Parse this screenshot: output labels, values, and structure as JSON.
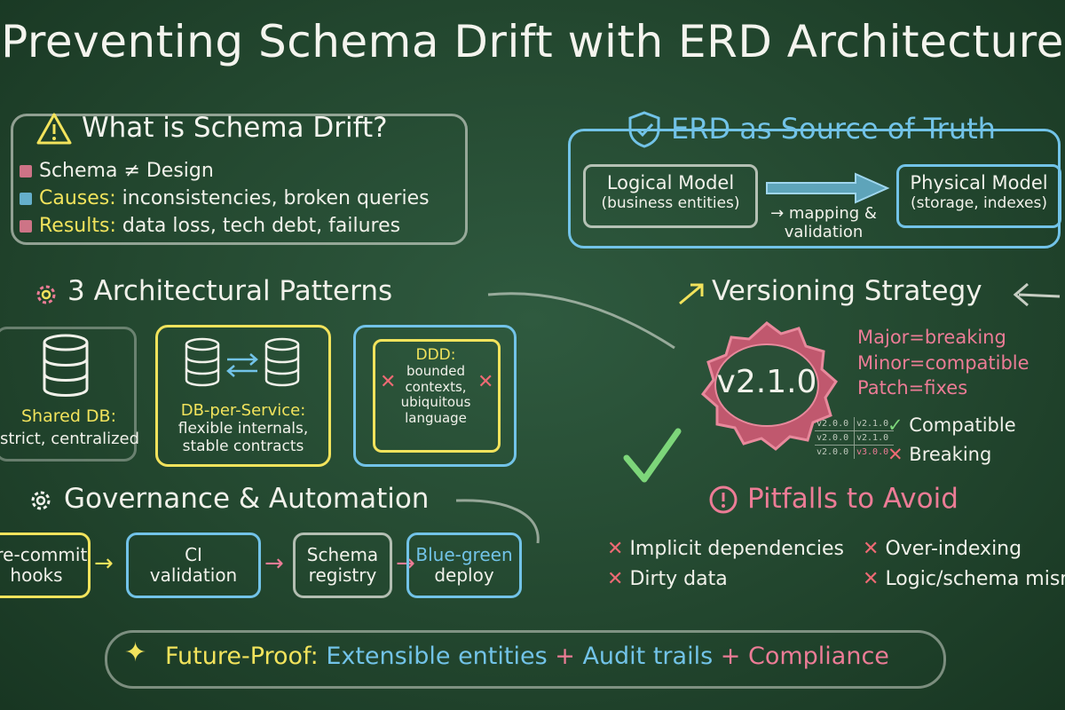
{
  "title": "Preventing Schema Drift with ERD Architecture",
  "colors": {
    "accent_yellow": "#f2e35c",
    "accent_blue": "#72c3e8",
    "accent_pink": "#ec7c96",
    "chalk_white": "#f1f1ea",
    "check_green": "#7dd67a"
  },
  "drift": {
    "heading": "What is Schema Drift?",
    "icon": "warning-icon",
    "items": [
      {
        "label": "",
        "text": "Schema ≠ Design"
      },
      {
        "label": "Causes:",
        "text": " inconsistencies, broken queries"
      },
      {
        "label": "Results:",
        "text": " data loss, tech debt, failures"
      }
    ]
  },
  "erd": {
    "heading": "ERD as Source of Truth",
    "icon": "shield-check-icon",
    "logical": {
      "title": "Logical Model",
      "sub": "(business entities)"
    },
    "mapping": {
      "line1": "→ mapping &",
      "line2": "validation"
    },
    "physical": {
      "title": "Physical Model",
      "sub": "(storage, indexes)"
    }
  },
  "patterns": {
    "heading": "3 Architectural Patterns",
    "icon": "gear-icon",
    "shared": {
      "label": "Shared DB:",
      "desc": "strict, centralized"
    },
    "per_service": {
      "label": "DB-per-Service:",
      "line1": "flexible internals,",
      "line2": "stable contracts"
    },
    "ddd": {
      "label": "DDD:",
      "line1": "bounded",
      "line2": "contexts,",
      "line3": "ubiquitous",
      "line4": "language"
    }
  },
  "versioning": {
    "heading": "Versioning Strategy",
    "version": "v2.1.0",
    "rules": [
      "Major=breaking",
      "Minor=compatible",
      "Patch=fixes"
    ],
    "table": [
      [
        "v2.0.0",
        "v2.1.0"
      ],
      [
        "v2.0.0",
        "v2.1.0"
      ],
      [
        "v2.0.0",
        "v3.0.0"
      ]
    ],
    "compatible": "Compatible",
    "breaking": "Breaking"
  },
  "governance": {
    "heading": "Governance & Automation",
    "icon": "gear-icon",
    "steps": [
      {
        "line1": "Pre-commit",
        "line2": "hooks"
      },
      {
        "line1": "CI",
        "line2": "validation"
      },
      {
        "line1": "Schema",
        "line2": "registry"
      },
      {
        "line1": "Blue-green",
        "line2": "deploy"
      }
    ]
  },
  "pitfalls": {
    "heading": "Pitfalls to Avoid",
    "icon": "alert-circle-icon",
    "items": [
      "Implicit dependencies",
      "Over-indexing",
      "Dirty data",
      "Logic/schema mismatch"
    ]
  },
  "future": {
    "label": "Future-Proof:",
    "part1": "Extensible entities",
    "part2": "Audit trails",
    "part3": "Compliance",
    "plus": "+",
    "icon": "sparkle-icon"
  }
}
